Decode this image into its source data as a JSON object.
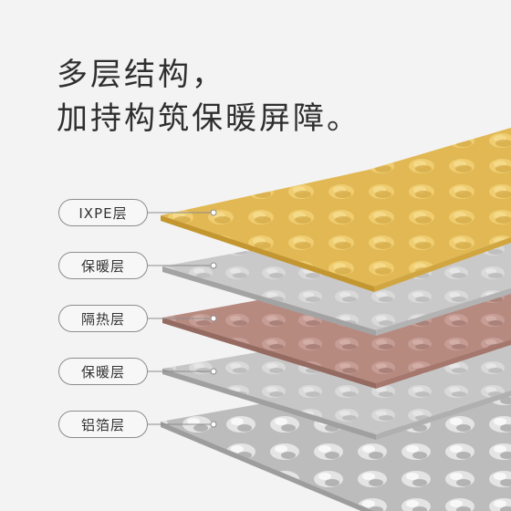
{
  "headline": {
    "line1": "多层结构，",
    "line2": "加持构筑保暖屏障。"
  },
  "layers": [
    {
      "label": "IXPE层",
      "color": "#e1b853"
    },
    {
      "label": "保暖层",
      "color": "#c9c9c9"
    },
    {
      "label": "隔热层",
      "color": "#b78a80"
    },
    {
      "label": "保暖层",
      "color": "#c6c6c6"
    },
    {
      "label": "铝箔层",
      "color": "#c0c0c0"
    }
  ]
}
